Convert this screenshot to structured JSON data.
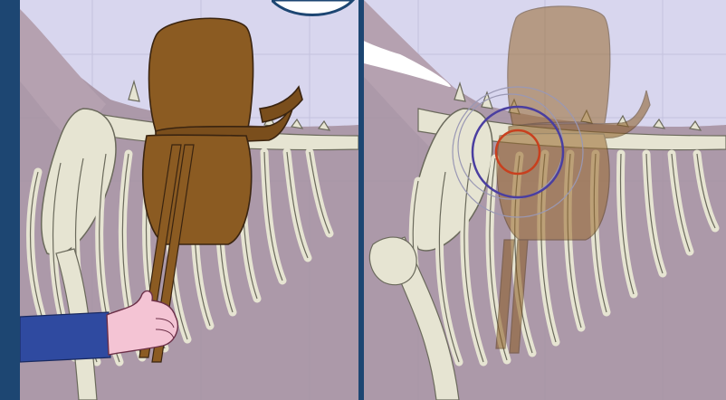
{
  "colors": {
    "frame": "#1d4672",
    "background": "#d8d6ee",
    "horse_body": "#a48e9c",
    "bone": "#e6e4d2",
    "bone_outline": "#6b6a5c",
    "saddle": "#8b5b22",
    "saddle_outline": "#3a2410",
    "saddle_transparent": "#9a6a2e",
    "sleeve": "#2f4aa0",
    "hand": "#f4c4d4",
    "target_outer": "#4a3ea0",
    "target_inner": "#c8401e",
    "callout": "#ffffff"
  },
  "panels": [
    {
      "id": "left",
      "content": "saddle-placed-on-horse-skeleton-held-by-hand"
    },
    {
      "id": "right",
      "content": "transparent-saddle-with-target-circles-over-withers"
    }
  ],
  "icons": [
    "hand-icon",
    "saddle-icon",
    "target-rings-icon",
    "callout-arrow-icon"
  ]
}
